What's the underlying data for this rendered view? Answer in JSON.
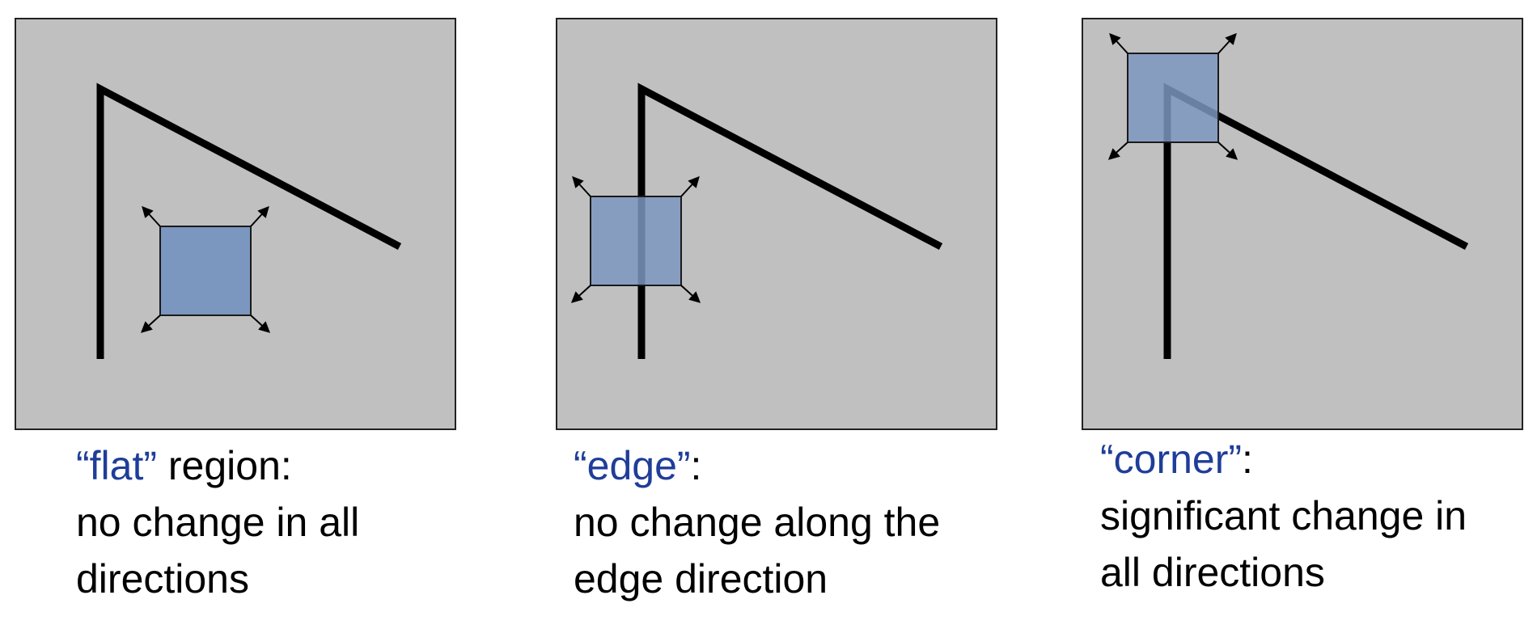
{
  "colors": {
    "panel_fill": "#c0c0c0",
    "panel_border": "#222222",
    "stroke": "#000000",
    "window_fill": "#7b96bf",
    "window_border": "#1a1a1a",
    "keyword_text": "#1f3d99",
    "body_text": "#000000"
  },
  "panels": [
    {
      "id": "flat",
      "caption": {
        "keyword": "“flat”",
        "suffix": " region:",
        "line2": "no change in all",
        "line3": "directions"
      }
    },
    {
      "id": "edge",
      "caption": {
        "keyword": "“edge”",
        "suffix": ":",
        "line2": "no change along the",
        "line3": "edge direction"
      }
    },
    {
      "id": "corner",
      "caption": {
        "keyword": "“corner”",
        "suffix": ":",
        "line2": "significant change in",
        "line3": "all directions"
      }
    }
  ],
  "icons": {
    "window": "square-window",
    "arrows": "diagonal-arrow-icon"
  }
}
